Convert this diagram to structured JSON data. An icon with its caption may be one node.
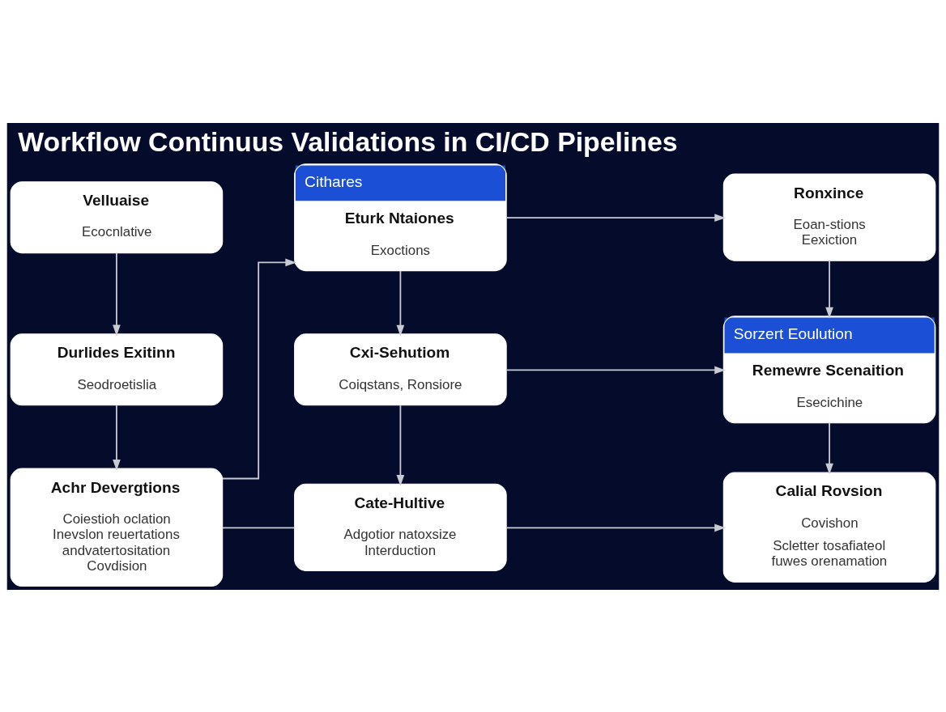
{
  "diagram": {
    "title": "Workflow Continuus Validations in CI/CD Pipelines",
    "nodes": [
      {
        "text": [
          "Velluaise",
          "Ecocnlative"
        ]
      },
      {
        "text": [
          "Durlides Exitinn",
          "Seodroetislia"
        ]
      },
      {
        "text": [
          "Achr Devergtions",
          "Coiestioh oclation Inevslon reuertations andvatertositation Covdision"
        ]
      },
      {
        "text": [
          "Cithares",
          "Eturk Ntaiones",
          "Exoctions"
        ]
      },
      {
        "text": [
          "Cxi-Sehutiom",
          "Coiqstans, Ronsiore"
        ]
      },
      {
        "text": [
          "Cate-Hultive",
          "Adgotior natoxsize Interduction"
        ]
      },
      {
        "text": [
          "Ronxince",
          "Eoan-stions Eexiction"
        ]
      },
      {
        "text": [
          "Sorzert Eoulution",
          "Remewre Scenaition",
          "Esecichine"
        ]
      },
      {
        "text": [
          "Calial Rovsion",
          "Covishon",
          "Scletter tosafiateol fuwes orenamation"
        ]
      }
    ],
    "edges": [
      {
        "from": 0,
        "to": 1,
        "arrow": "to"
      },
      {
        "from": 1,
        "to": 2,
        "arrow": "to"
      },
      {
        "from": 2,
        "to": 3,
        "arrow": "to"
      },
      {
        "from": 3,
        "to": 4,
        "arrow": "to"
      },
      {
        "from": 4,
        "to": 5,
        "arrow": "to"
      },
      {
        "from": 2,
        "to": 5,
        "arrow": "none"
      },
      {
        "from": 3,
        "to": 6,
        "arrow": "to"
      },
      {
        "from": 6,
        "to": 7,
        "arrow": "to"
      },
      {
        "from": 4,
        "to": 7,
        "arrow": "to"
      },
      {
        "from": 7,
        "to": 8,
        "arrow": "to"
      },
      {
        "from": 5,
        "to": 8,
        "arrow": "to"
      }
    ]
  }
}
